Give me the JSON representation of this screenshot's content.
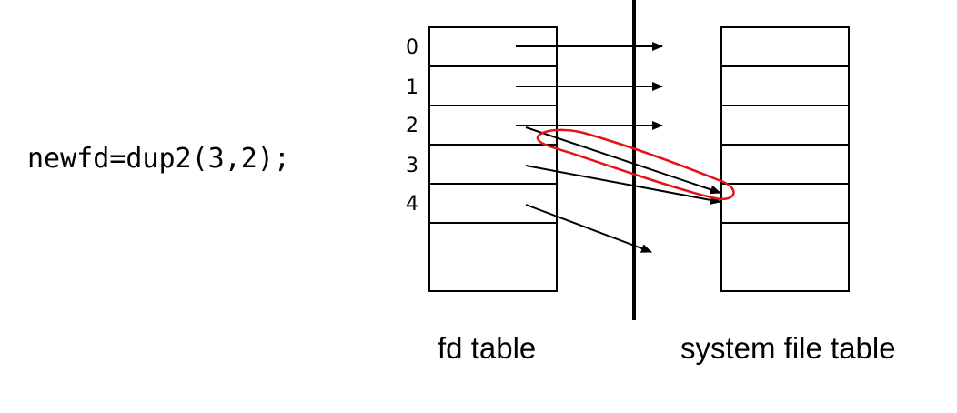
{
  "code": "newfd=dup2(3,2);",
  "fd_table": {
    "label": "fd table",
    "indices": [
      "0",
      "1",
      "2",
      "3",
      "4"
    ]
  },
  "system_table": {
    "label": "system file table"
  },
  "colors": {
    "ink": "#000000",
    "highlight": "#e3121b"
  }
}
